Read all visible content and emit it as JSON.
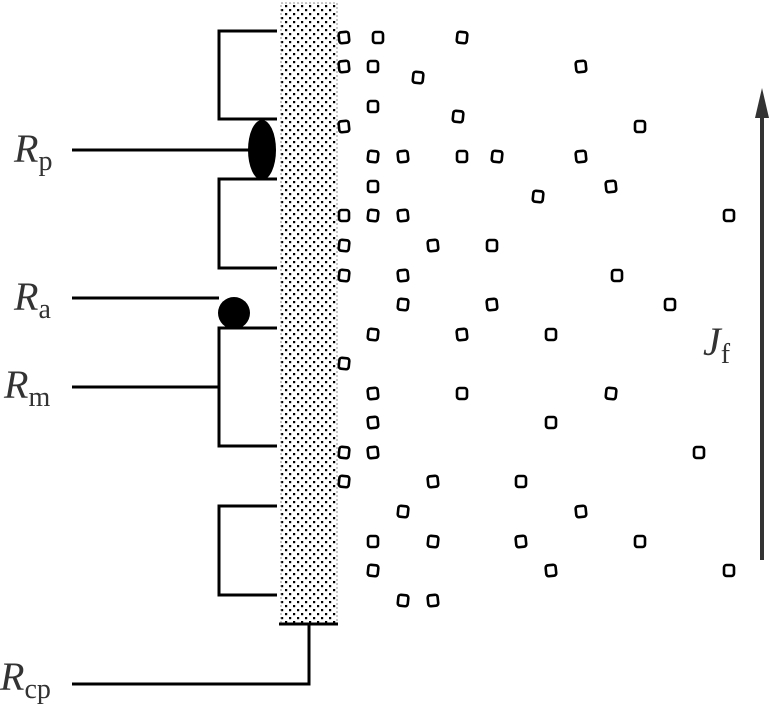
{
  "labels": {
    "rp": {
      "main": "R",
      "sub": "p"
    },
    "ra": {
      "main": "R",
      "sub": "a"
    },
    "rm": {
      "main": "R",
      "sub": "m"
    },
    "rcp": {
      "main": "R",
      "sub": "cp"
    },
    "jf": {
      "main": "J",
      "sub": "f"
    }
  },
  "colors": {
    "line": "#000000",
    "arrow": "#333333",
    "text": "#333333"
  }
}
